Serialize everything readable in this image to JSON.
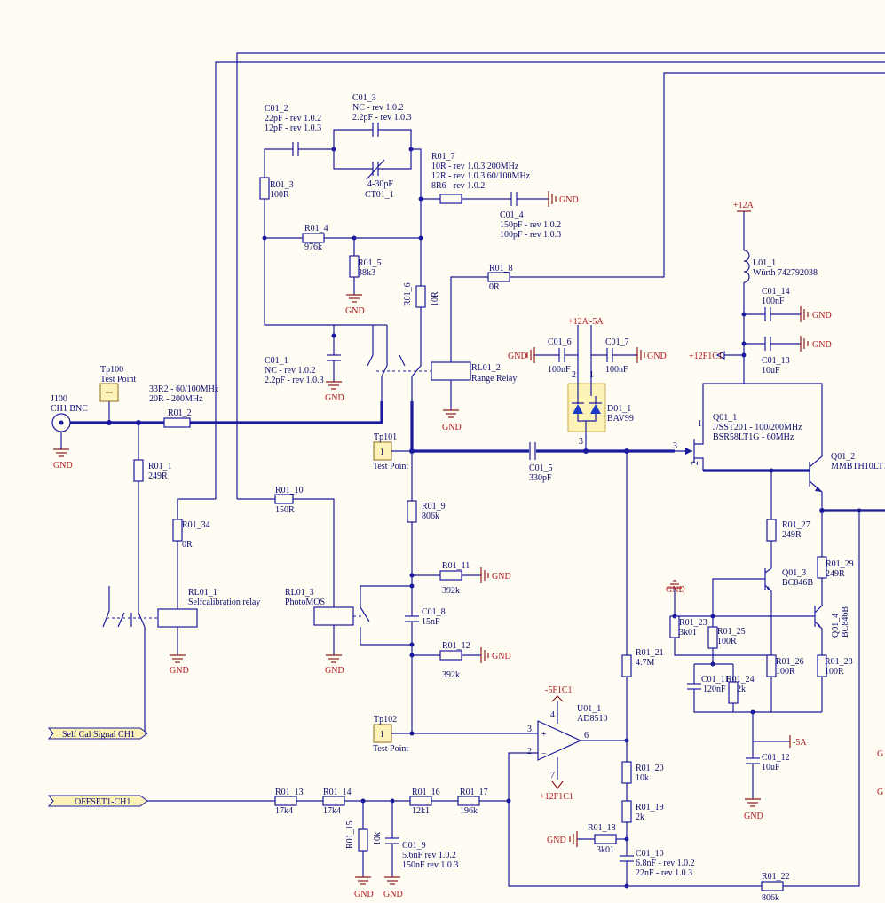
{
  "connector": {
    "ref": "J100",
    "name": "CH1 BNC",
    "gnd": "GND"
  },
  "testpoints": [
    {
      "ref": "Tp100",
      "label": "Test Point",
      "pin": "1"
    },
    {
      "ref": "Tp101",
      "label": "Test Point",
      "pin": "1"
    },
    {
      "ref": "Tp102",
      "label": "Test Point",
      "pin": "1"
    }
  ],
  "resistors": {
    "r01_1": {
      "ref": "R01_1",
      "val": "249R"
    },
    "r01_2": {
      "ref": "R01_2",
      "val1": "33R2 - 60/100MHz",
      "val2": "20R - 200MHz"
    },
    "r01_3": {
      "ref": "R01_3",
      "val": "100R"
    },
    "r01_4": {
      "ref": "R01_4",
      "val": "976k"
    },
    "r01_5": {
      "ref": "R01_5",
      "val": "38k3"
    },
    "r01_6": {
      "ref": "R01_6",
      "val": "10R"
    },
    "r01_7": {
      "ref": "R01_7",
      "val1": "10R - rev 1.0.3 200MHz",
      "val2": "12R - rev 1.0.3 60/100MHz",
      "val3": "8R6 - rev 1.0.2"
    },
    "r01_8": {
      "ref": "R01_8",
      "val": "0R"
    },
    "r01_9": {
      "ref": "R01_9",
      "val": "806k"
    },
    "r01_10": {
      "ref": "R01_10",
      "val": "150R"
    },
    "r01_11": {
      "ref": "R01_11",
      "val": "392k"
    },
    "r01_12": {
      "ref": "R01_12",
      "val": "392k"
    },
    "r01_13": {
      "ref": "R01_13",
      "val": "17k4"
    },
    "r01_14": {
      "ref": "R01_14",
      "val": "17k4"
    },
    "r01_15": {
      "ref": "R01_15",
      "val": "10k"
    },
    "r01_16": {
      "ref": "R01_16",
      "val": "12k1"
    },
    "r01_17": {
      "ref": "R01_17",
      "val": "196k"
    },
    "r01_18": {
      "ref": "R01_18",
      "val": "3k01"
    },
    "r01_19": {
      "ref": "R01_19",
      "val": "2k"
    },
    "r01_20": {
      "ref": "R01_20",
      "val": "10k"
    },
    "r01_21": {
      "ref": "R01_21",
      "val": "4.7M"
    },
    "r01_22": {
      "ref": "R01_22",
      "val": "806k"
    },
    "r01_23": {
      "ref": "R01_23",
      "val": "3k01"
    },
    "r01_24": {
      "ref": "R01_24",
      "val": "2k"
    },
    "r01_25": {
      "ref": "R01_25",
      "val": "100R"
    },
    "r01_26": {
      "ref": "R01_26",
      "val": "100R"
    },
    "r01_27": {
      "ref": "R01_27",
      "val": "249R"
    },
    "r01_28": {
      "ref": "R01_28",
      "val": "100R"
    },
    "r01_29": {
      "ref": "R01_29",
      "val": "249R"
    },
    "r01_34": {
      "ref": "R01_34",
      "val": "0R"
    }
  },
  "capacitors": {
    "c01_1": {
      "ref": "C01_1",
      "val1": "NC - rev 1.0.2",
      "val2": "2.2pF - rev 1.0.3"
    },
    "c01_2": {
      "ref": "C01_2",
      "val1": "22pF - rev 1.0.2",
      "val2": "12pF - rev 1.0.3"
    },
    "c01_3": {
      "ref": "C01_3",
      "val1": "NC - rev 1.0.2",
      "val2": "2.2pF - rev 1.0.3"
    },
    "c01_4": {
      "ref": "C01_4",
      "val1": "150pF - rev 1.0.2",
      "val2": "100pF - rev 1.0.3"
    },
    "c01_5": {
      "ref": "C01_5",
      "val": "330pF"
    },
    "c01_6": {
      "ref": "C01_6",
      "val": "100nF"
    },
    "c01_7": {
      "ref": "C01_7",
      "val": "100nF"
    },
    "c01_8": {
      "ref": "C01_8",
      "val": "15nF"
    },
    "c01_9": {
      "ref": "C01_9",
      "val1": "5.6nF rev 1.0.2",
      "val2": "150nF rev 1.0.3"
    },
    "c01_10": {
      "ref": "C01_10",
      "val1": "6.8nF - rev 1.0.2",
      "val2": "22nF - rev 1.0.3"
    },
    "c01_11": {
      "ref": "C01_11",
      "val": "120nF"
    },
    "c01_12": {
      "ref": "C01_12",
      "val": "10uF"
    },
    "c01_13": {
      "ref": "C01_13",
      "val": "10uF"
    },
    "c01_14": {
      "ref": "C01_14",
      "val": "100nF"
    },
    "ct01_1": {
      "ref": "CT01_1",
      "val": "4-30pF"
    }
  },
  "relays": {
    "rl01_1": {
      "ref": "RL01_1",
      "name": "Selfcalibration relay"
    },
    "rl01_2": {
      "ref": "RL01_2",
      "name": "Range Relay"
    },
    "rl01_3": {
      "ref": "RL01_3",
      "name": "PhotoMOS"
    }
  },
  "semis": {
    "d01_1": {
      "ref": "D01_1",
      "part": "BAV99"
    },
    "q01_1": {
      "ref": "Q01_1",
      "part1": "J/SST201 - 100/200MHz",
      "part2": "BSR58LT1G - 60MHz"
    },
    "q01_2": {
      "ref": "Q01_2",
      "part": "MMBTH10LT1"
    },
    "q01_3": {
      "ref": "Q01_3",
      "part": "BC846B"
    },
    "q01_4": {
      "ref": "Q01_4",
      "part": "BC846B"
    },
    "u01_1": {
      "ref": "U01_1",
      "part": "AD8510"
    },
    "l01_1": {
      "ref": "L01_1",
      "part": "Würth 742792038"
    }
  },
  "power": {
    "gnd": "GND",
    "p12a": "+12A",
    "m5a": "-5A",
    "p12f1c1": "+12F1C1",
    "m5f1c1": "-5F1C1"
  },
  "pins": {
    "d_2": "2",
    "d_1": "1",
    "d_3": "3",
    "q_1": "1",
    "q_2": "2",
    "q_3": "3",
    "u_4": "4",
    "u_3": "3",
    "u_2": "2",
    "u_6": "6",
    "u_7": "7"
  },
  "net_flags": {
    "selfcal": "Self Cal Signal CH1",
    "offset": "OFFSET1-CH1"
  },
  "edge_fragments": [
    "G",
    "G"
  ]
}
